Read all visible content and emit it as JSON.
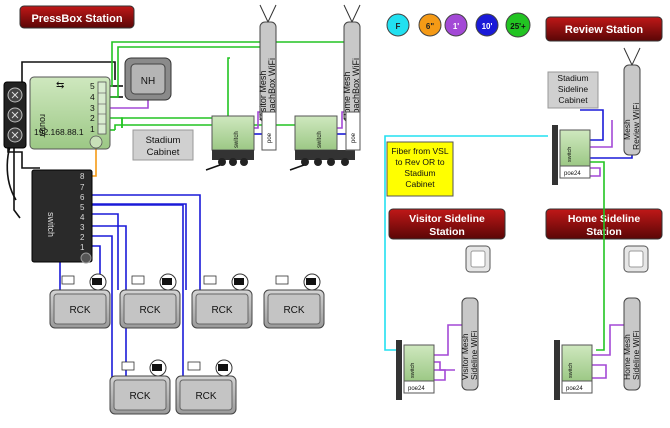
{
  "stations": {
    "pressbox": "PressBox Station",
    "review": "Review Station",
    "visitor_sideline_1": "Visitor Sideline",
    "visitor_sideline_2": "Station",
    "home_sideline_1": "Home Sideline",
    "home_sideline_2": "Station"
  },
  "legend": [
    {
      "label": "F",
      "color": "#22e0f0"
    },
    {
      "label": "6\"",
      "color": "#f59a16"
    },
    {
      "label": "1'",
      "color": "#a349d6"
    },
    {
      "label": "10'",
      "color": "#1a1ad8"
    },
    {
      "label": "25'+",
      "color": "#22c422"
    }
  ],
  "router": {
    "label": "router",
    "ip": "192.168.88.1",
    "ports": [
      "5",
      "4",
      "3",
      "2",
      "1"
    ]
  },
  "nh_label": "NH",
  "stadium_cabinet_1": "Stadium",
  "stadium_cabinet_2": "Cabinet",
  "switch": {
    "label": "switch",
    "ports": [
      "8",
      "7",
      "6",
      "5",
      "4",
      "3",
      "2",
      "1"
    ]
  },
  "rck_label": "RCK",
  "visitor_coachbox": {
    "line1": "Visitor Mesh",
    "line2": "CoachBox WiFi"
  },
  "home_coachbox": {
    "line1": "Home Mesh",
    "line2": "CoachBox WiFi"
  },
  "poe_label": "poe",
  "poe24_label": "poe24",
  "small_switch_label": "switch",
  "review_cabinet": {
    "line1": "Stadium",
    "line2": "Sideline",
    "line3": "Cabinet"
  },
  "review_wifi": {
    "line1": "Mesh",
    "line2": "Review WiFi"
  },
  "fiber_note": {
    "line1": "Fiber from VSL",
    "line2": "to Rev OR to",
    "line3": "Stadium",
    "line4": "Cabinet"
  },
  "visitor_sideline_wifi": {
    "line1": "Visitor Mesh",
    "line2": "Sideline WiFi"
  },
  "home_sideline_wifi": {
    "line1": "Home Mesh",
    "line2": "Sideline WiFi"
  }
}
